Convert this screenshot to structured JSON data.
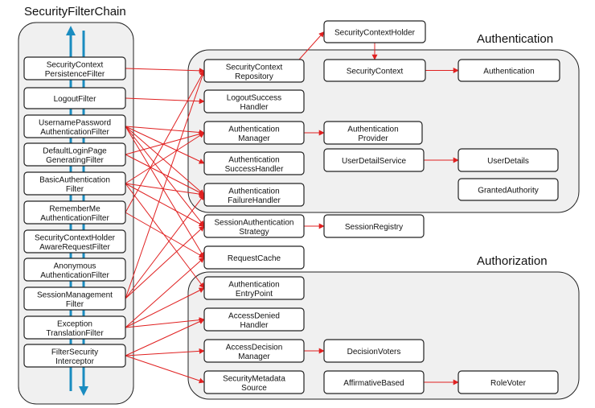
{
  "titles": {
    "chain": "SecurityFilterChain",
    "authentication": "Authentication",
    "authorization": "Authorization"
  },
  "filters": [
    {
      "id": "f1",
      "lines": [
        "SecurityContext",
        "PersistenceFilter"
      ]
    },
    {
      "id": "f2",
      "lines": [
        "LogoutFilter"
      ]
    },
    {
      "id": "f3",
      "lines": [
        "UsernamePassword",
        "AuthenticationFilter"
      ]
    },
    {
      "id": "f4",
      "lines": [
        "DefaultLoginPage",
        "GeneratingFilter"
      ]
    },
    {
      "id": "f5",
      "lines": [
        "BasicAuthentication",
        "Filter"
      ]
    },
    {
      "id": "f6",
      "lines": [
        "RememberMe",
        "AuthenticationFilter"
      ]
    },
    {
      "id": "f7",
      "lines": [
        "SecurityContextHolder",
        "AwareRequestFilter"
      ]
    },
    {
      "id": "f8",
      "lines": [
        "Anonymous",
        "AuthenticationFilter"
      ]
    },
    {
      "id": "f9",
      "lines": [
        "SessionManagement",
        "Filter"
      ]
    },
    {
      "id": "f10",
      "lines": [
        "Exception",
        "TranslationFilter"
      ]
    },
    {
      "id": "f11",
      "lines": [
        "FilterSecurity",
        "Interceptor"
      ]
    }
  ],
  "components": [
    {
      "id": "sch",
      "lines": [
        "SecurityContextHolder"
      ]
    },
    {
      "id": "scr",
      "lines": [
        "SecurityContext",
        "Repository"
      ]
    },
    {
      "id": "sc",
      "lines": [
        "SecurityContext"
      ]
    },
    {
      "id": "auth",
      "lines": [
        "Authentication"
      ]
    },
    {
      "id": "lsh",
      "lines": [
        "LogoutSuccess",
        "Handler"
      ]
    },
    {
      "id": "am",
      "lines": [
        "Authentication",
        "Manager"
      ]
    },
    {
      "id": "ap",
      "lines": [
        "Authentication",
        "Provider"
      ]
    },
    {
      "id": "ash",
      "lines": [
        "Authentication",
        "SuccessHandler"
      ]
    },
    {
      "id": "uds",
      "lines": [
        "UserDetailService"
      ]
    },
    {
      "id": "ud",
      "lines": [
        "UserDetails"
      ]
    },
    {
      "id": "afh",
      "lines": [
        "Authentication",
        "FailureHandler"
      ]
    },
    {
      "id": "ga",
      "lines": [
        "GrantedAuthority"
      ]
    },
    {
      "id": "sas",
      "lines": [
        "SessionAuthentication",
        "Strategy"
      ]
    },
    {
      "id": "sr",
      "lines": [
        "SessionRegistry"
      ]
    },
    {
      "id": "rc",
      "lines": [
        "RequestCache"
      ]
    },
    {
      "id": "aep",
      "lines": [
        "Authentication",
        "EntryPoint"
      ]
    },
    {
      "id": "adh",
      "lines": [
        "AccessDenied",
        "Handler"
      ]
    },
    {
      "id": "adm",
      "lines": [
        "AccessDecision",
        "Manager"
      ]
    },
    {
      "id": "dv",
      "lines": [
        "DecisionVoters"
      ]
    },
    {
      "id": "sms",
      "lines": [
        "SecurityMetadata",
        "Source"
      ]
    },
    {
      "id": "ab",
      "lines": [
        "AffirmativeBased"
      ]
    },
    {
      "id": "rv",
      "lines": [
        "RoleVoter"
      ]
    }
  ],
  "connections": [
    [
      "f1",
      "scr"
    ],
    [
      "f2",
      "lsh"
    ],
    [
      "f3",
      "am"
    ],
    [
      "f3",
      "ash"
    ],
    [
      "f3",
      "afh"
    ],
    [
      "f3",
      "sas"
    ],
    [
      "f3",
      "rc"
    ],
    [
      "f4",
      "am"
    ],
    [
      "f4",
      "afh"
    ],
    [
      "f5",
      "am"
    ],
    [
      "f5",
      "afh"
    ],
    [
      "f5",
      "sas"
    ],
    [
      "f5",
      "aep"
    ],
    [
      "f6",
      "scr"
    ],
    [
      "f6",
      "rc"
    ],
    [
      "f9",
      "scr"
    ],
    [
      "f9",
      "afh"
    ],
    [
      "f9",
      "sas"
    ],
    [
      "f10",
      "aep"
    ],
    [
      "f10",
      "adh"
    ],
    [
      "f10",
      "rc"
    ],
    [
      "f11",
      "adh"
    ],
    [
      "f11",
      "adm"
    ],
    [
      "f11",
      "sms"
    ],
    [
      "scr",
      "sch"
    ],
    [
      "sch",
      "sc"
    ],
    [
      "sc",
      "auth"
    ],
    [
      "am",
      "ap"
    ],
    [
      "uds",
      "ud"
    ],
    [
      "sas",
      "sr"
    ],
    [
      "adm",
      "dv"
    ],
    [
      "ab",
      "rv"
    ]
  ],
  "colors": {
    "arrow": "#e02020",
    "flow": "#1a8cc0",
    "panel": "#f0f0f0",
    "box": "#ffffff",
    "border": "#222222"
  }
}
